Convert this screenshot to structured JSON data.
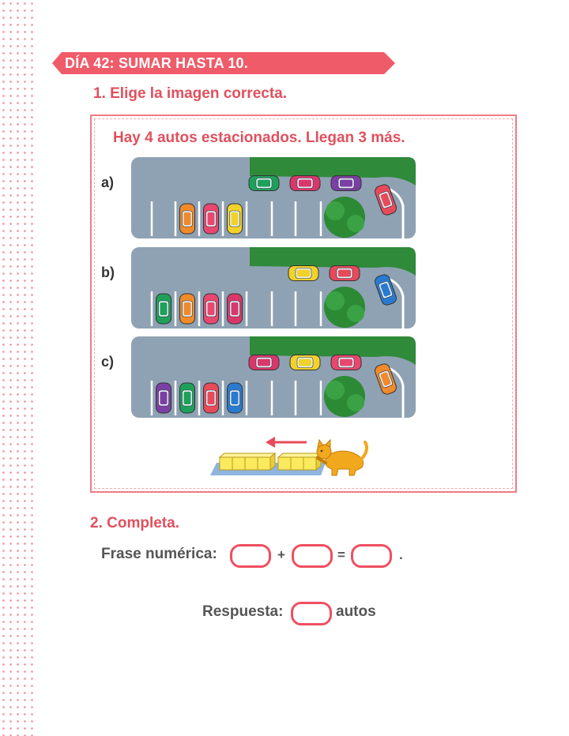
{
  "header": {
    "day_title": "DÍA 42: SUMAR HASTA 10."
  },
  "exercise1": {
    "title": "1. Elige la imagen correcta.",
    "prompt": "Hay 4 autos estacionados. Llegan 3 más.",
    "options": [
      {
        "label": "a)",
        "parked": [
          "#f08a2a",
          "#e8476e",
          "#f2d22a"
        ],
        "street": [
          "#1fa05a",
          "#d9376b",
          "#7c3fa3"
        ],
        "turning": [
          "#e84a5a"
        ]
      },
      {
        "label": "b)",
        "parked": [
          "#1fa05a",
          "#f08a2a",
          "#e8476e",
          "#d9376b"
        ],
        "street": [
          "#f2d22a",
          "#e84a5a"
        ],
        "turning": [
          "#2a7bd0"
        ]
      },
      {
        "label": "c)",
        "parked": [
          "#7c3fa3",
          "#1fa05a",
          "#e84a5a",
          "#2a7bd0"
        ],
        "street": [
          "#d9376b",
          "#f2d22a",
          "#e8476e"
        ],
        "turning": [
          "#f08a2a"
        ]
      }
    ]
  },
  "exercise2": {
    "title": "2. Completa.",
    "sentence_label": "Frase numérica:",
    "plus": "+",
    "equals": "=",
    "period": ".",
    "answer_label": "Respuesta:",
    "answer_unit": "autos"
  },
  "colors": {
    "accent": "#ef5b69",
    "asphalt": "#8fa2b4",
    "hedge": "#2f8a3a",
    "box_border": "#ef4f60"
  },
  "icons": [
    "cat-icon",
    "arrow-left-icon",
    "block-row-icon",
    "car-icon",
    "bush-icon"
  ]
}
